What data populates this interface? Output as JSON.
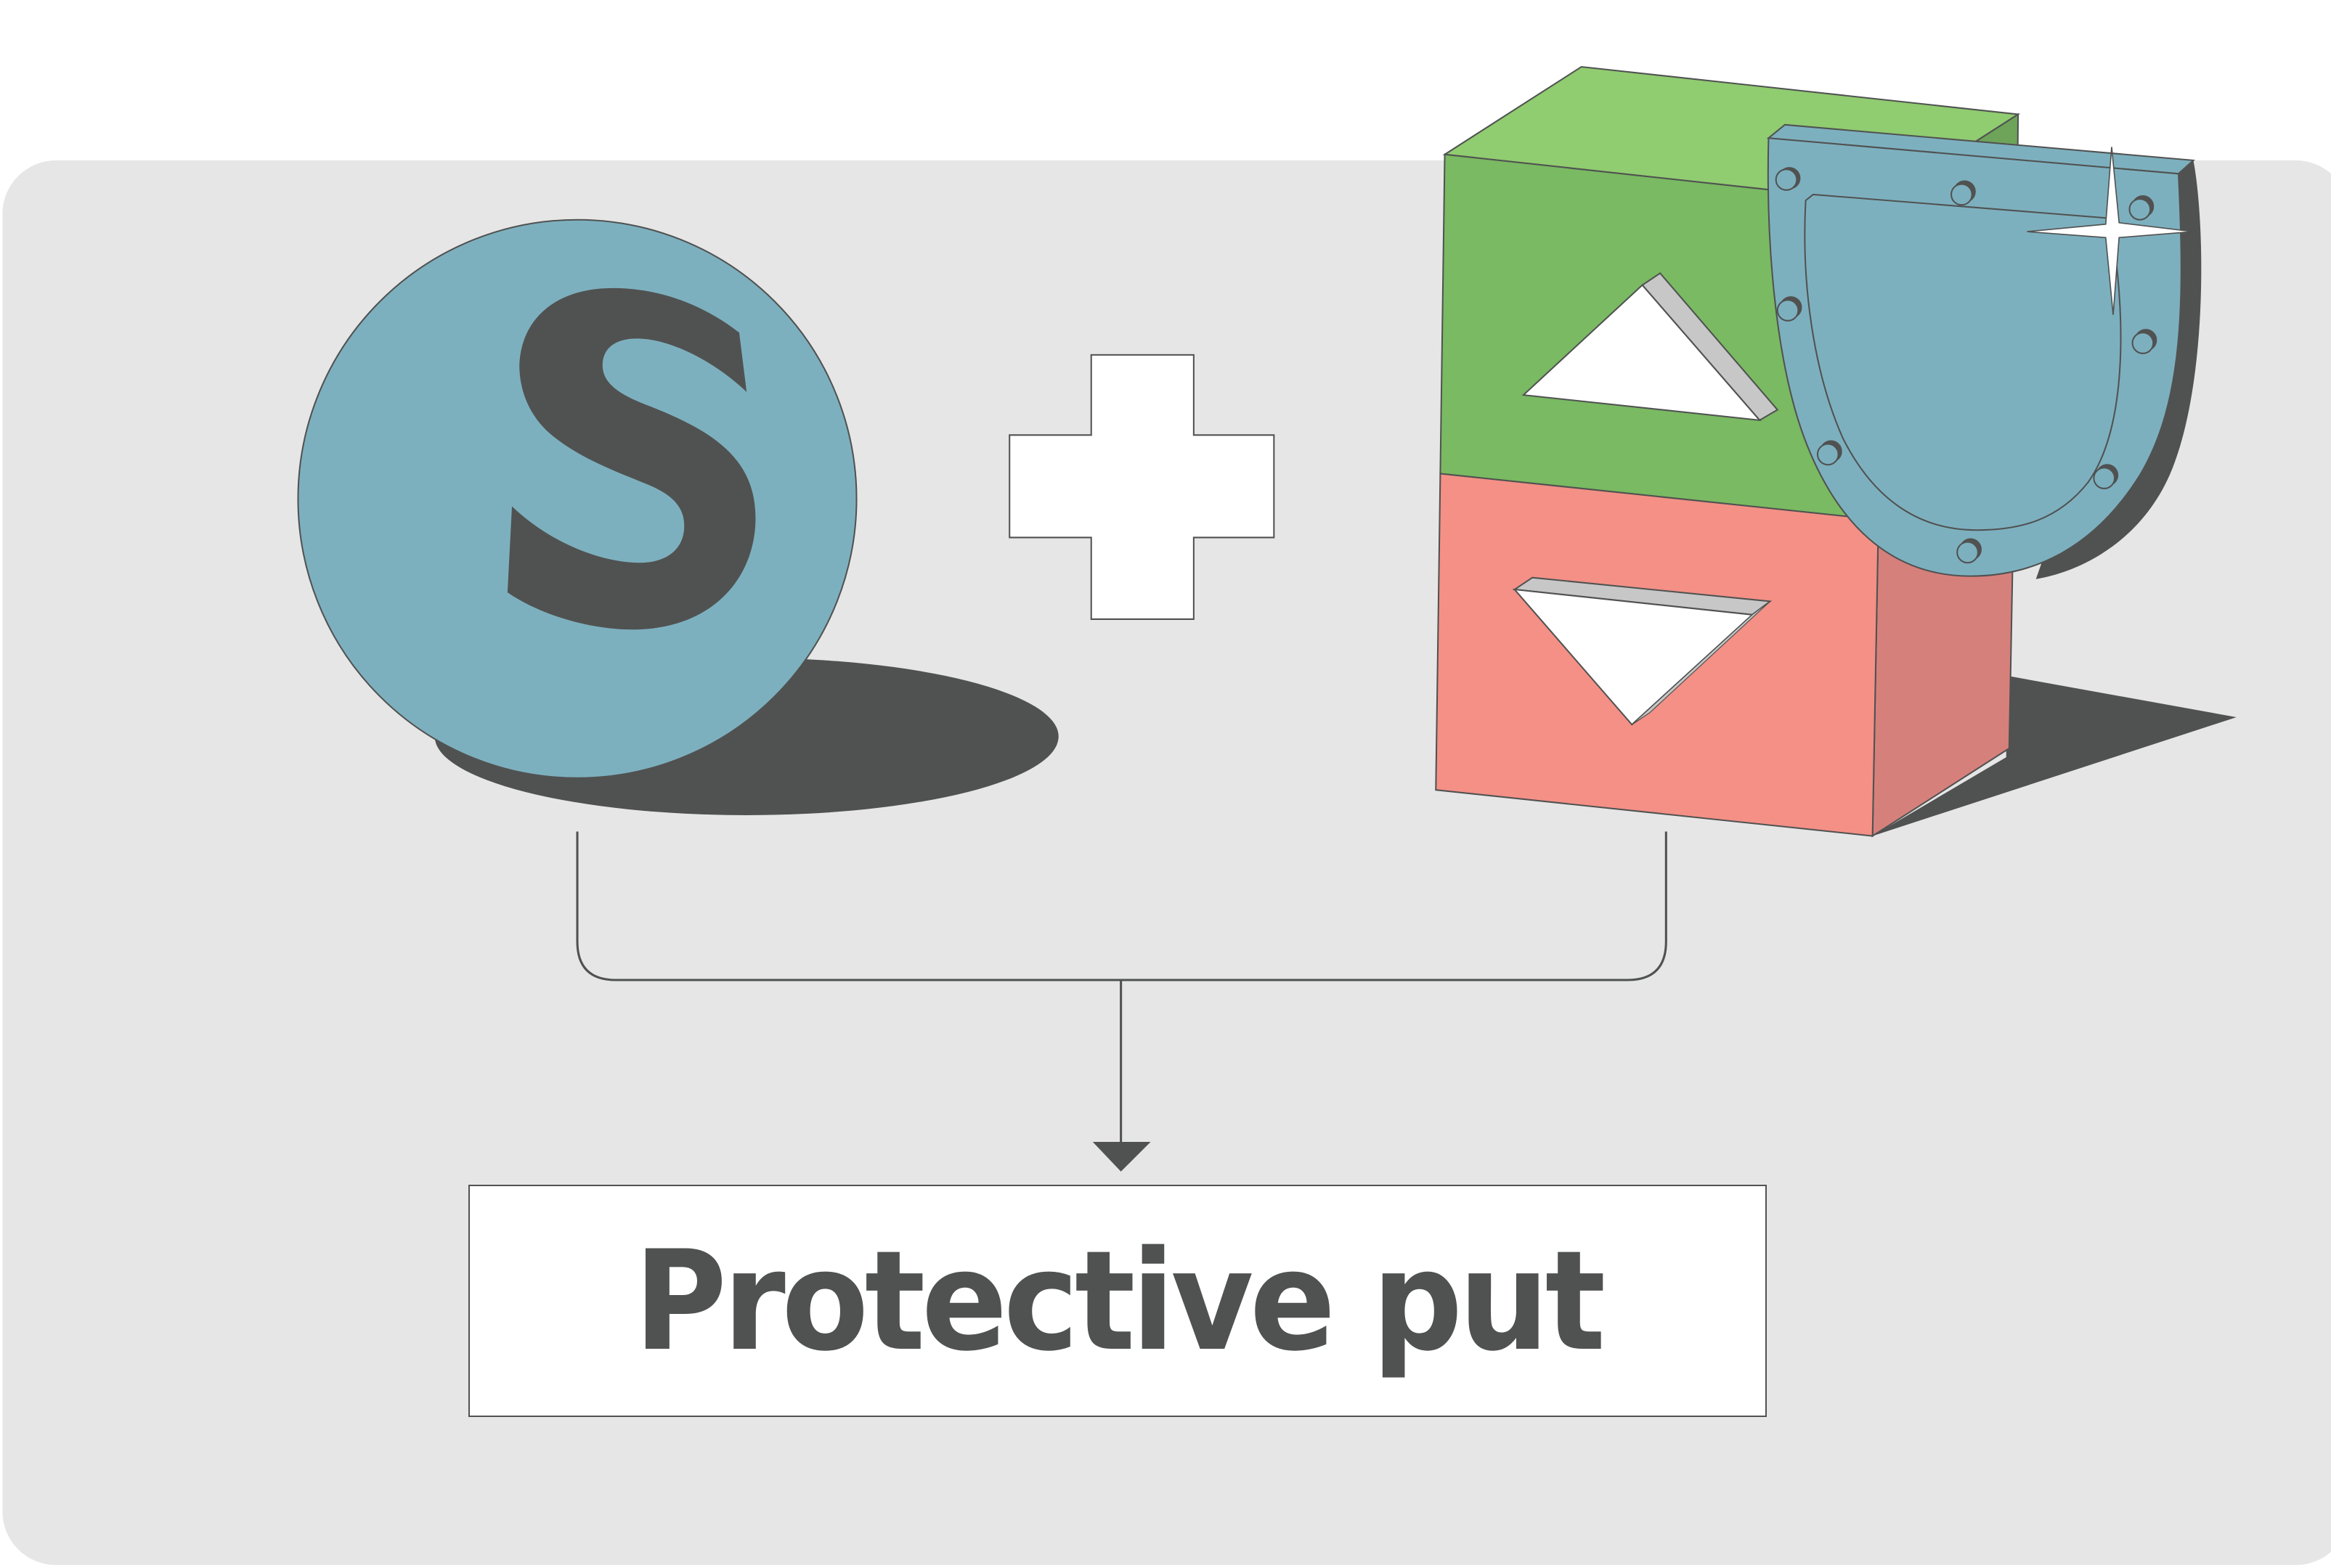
{
  "diagram": {
    "title": "Protective put",
    "components": [
      {
        "id": "stock",
        "label": "S",
        "shape": "coin",
        "meaning": "stock"
      },
      {
        "id": "plus",
        "label": "+",
        "shape": "plus-sign"
      },
      {
        "id": "put",
        "shape": "block-with-shield",
        "meaning": "put option (protection)"
      }
    ],
    "result_label": "Protective put"
  },
  "colors": {
    "background_panel": "#e6e6e6",
    "coin": "#7db0bf",
    "ink": "#505251",
    "green_top": "#90cc70",
    "green_front": "#7aba62",
    "green_side": "#6ea35a",
    "red_front": "#f49086",
    "red_side": "#d6807c",
    "shield": "#7db0bf",
    "white": "#ffffff"
  }
}
